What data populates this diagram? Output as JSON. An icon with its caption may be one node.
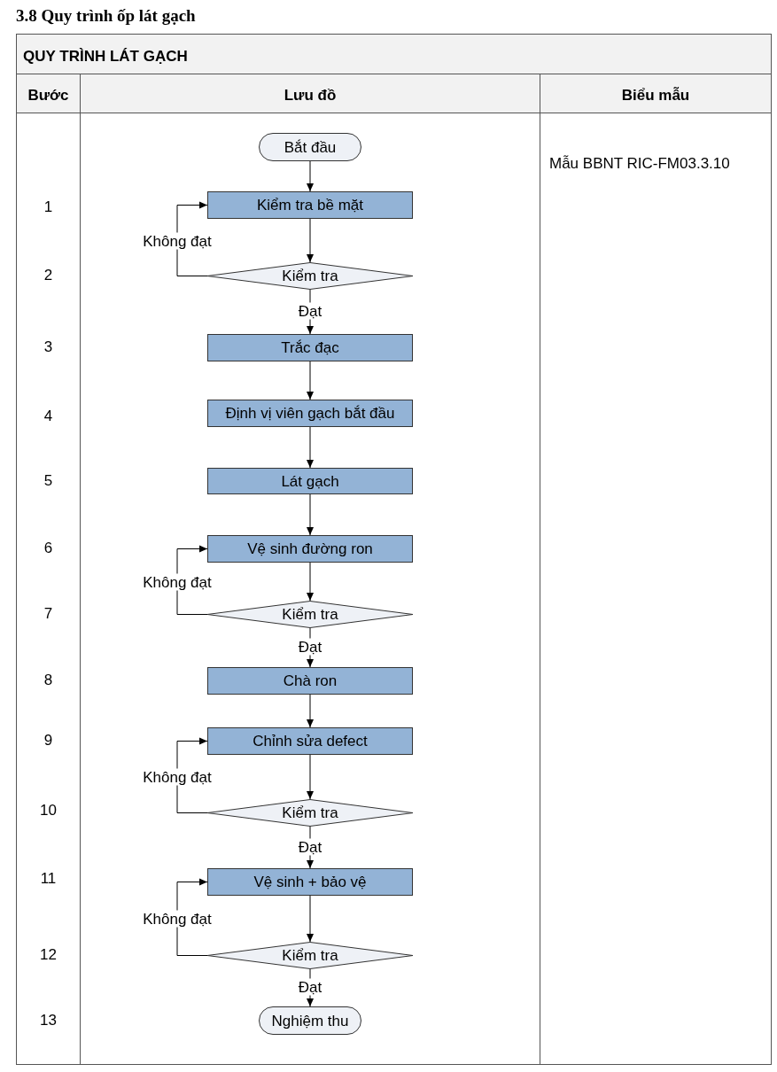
{
  "diagram": {
    "title": "3.8 Quy trình ốp lát gạch",
    "nodes": [
      {
        "text": [
          "Bắt đầu"
        ]
      },
      {
        "text": [
          "Kiểm tra bề mặt"
        ]
      },
      {
        "text": [
          "Kiểm tra"
        ]
      },
      {
        "text": [
          "Trắc đạc"
        ]
      },
      {
        "text": [
          "Định vị viên gạch bắt đầu"
        ]
      },
      {
        "text": [
          "Lát gạch"
        ]
      },
      {
        "text": [
          "Vệ sinh đường ron"
        ]
      },
      {
        "text": [
          "Kiểm tra"
        ]
      },
      {
        "text": [
          "Chà ron"
        ]
      },
      {
        "text": [
          "Chỉnh sửa defect"
        ]
      },
      {
        "text": [
          "Kiểm tra"
        ]
      },
      {
        "text": [
          "Vệ sinh + bảo vệ"
        ]
      },
      {
        "text": [
          "Kiểm tra"
        ]
      },
      {
        "text": [
          "Nghiệm thu"
        ]
      }
    ],
    "edges": [
      {
        "from": 0,
        "to": 1,
        "arrow": "to"
      },
      {
        "from": 1,
        "to": 2,
        "arrow": "to"
      },
      {
        "from": 2,
        "to": 1,
        "arrow": "to",
        "label": "Không đạt"
      },
      {
        "from": 2,
        "to": 3,
        "arrow": "to",
        "label": "Đạt"
      },
      {
        "from": 3,
        "to": 4,
        "arrow": "to"
      },
      {
        "from": 4,
        "to": 5,
        "arrow": "to"
      },
      {
        "from": 5,
        "to": 6,
        "arrow": "to"
      },
      {
        "from": 6,
        "to": 7,
        "arrow": "to"
      },
      {
        "from": 7,
        "to": 6,
        "arrow": "to",
        "label": "Không đạt"
      },
      {
        "from": 7,
        "to": 8,
        "arrow": "to",
        "label": "Đạt"
      },
      {
        "from": 8,
        "to": 9,
        "arrow": "to"
      },
      {
        "from": 9,
        "to": 10,
        "arrow": "to"
      },
      {
        "from": 10,
        "to": 9,
        "arrow": "to",
        "label": "Không đạt"
      },
      {
        "from": 10,
        "to": 11,
        "arrow": "to",
        "label": "Đạt"
      },
      {
        "from": 11,
        "to": 12,
        "arrow": "to"
      },
      {
        "from": 12,
        "to": 11,
        "arrow": "to",
        "label": "Không đạt"
      },
      {
        "from": 12,
        "to": 13,
        "arrow": "to",
        "label": "Đạt"
      }
    ],
    "labels": [
      "QUY TRÌNH LÁT GẠCH",
      "Bước",
      "Lưu đồ",
      "Biểu mẫu",
      "1",
      "Mẫu BBNT RIC-FM03.3.10",
      "2",
      "3",
      "4",
      "5",
      "6",
      "7",
      "8",
      "9",
      "10",
      "11",
      "12",
      "13"
    ]
  }
}
